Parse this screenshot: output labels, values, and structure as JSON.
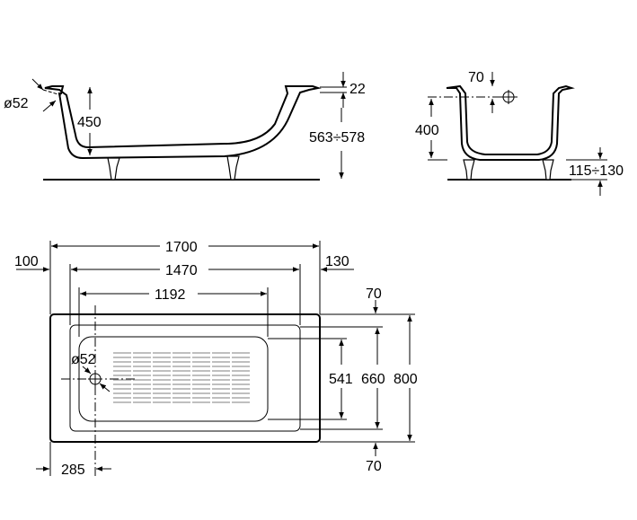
{
  "side_view": {
    "drain_diameter": "ø52",
    "depth": "450",
    "rim": "22",
    "height_range": "563÷578"
  },
  "end_view": {
    "offset": "70",
    "depth": "400",
    "foot_range": "115÷130"
  },
  "plan_view": {
    "length_total": "1700",
    "left_margin": "100",
    "inner_length": "1470",
    "right_margin": "130",
    "grate_length": "1192",
    "top_margin": "70",
    "drain_diameter": "ø52",
    "grate_width": "541",
    "inner_width": "660",
    "total_width": "800",
    "bottom_margin": "70",
    "drain_offset": "285"
  }
}
